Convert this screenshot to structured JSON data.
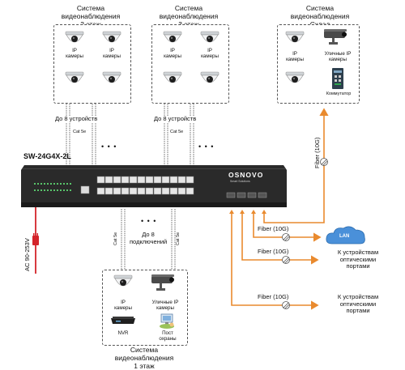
{
  "groups": {
    "floor2": {
      "title": "Система видеонаблюдения\n2 этаж"
    },
    "floor3": {
      "title": "Система видеонаблюдения\n3 этаж"
    },
    "warehouse": {
      "title": "Система видеонаблюдения\nСклад"
    },
    "floor1": {
      "title": "Система видеонаблюдения\n1 этаж"
    }
  },
  "labels": {
    "ip_cam": "IP\nкамеры",
    "street_cam": "Уличные IP\nкамеры",
    "switch_small": "Коммутатор",
    "nvr": "NVR",
    "guard_post": "Пост\nохраны",
    "up_to_8_a": "До 8 устройств",
    "up_to_8_b": "До 8 устройств",
    "up_to_8_conn": "До 8\nподключений",
    "cat5e": "Cat 5e",
    "fiber_10g": "Fiber (10G)",
    "fiber_vert": "Fiber (10G)",
    "ac": "AC 90-253V",
    "model": "SW-24G4X-2L",
    "brand": "OSNOVO",
    "brand_sub": "Smart Solutions",
    "lan": "LAN",
    "to_optical": "К устройствам\nоптическими\nпортами",
    "ellipsis": "• • •"
  },
  "colors": {
    "fiber": "#e98a2e",
    "switch_body": "#2a2a2a",
    "power": "#d4242a",
    "cloud": "#4a90d9"
  }
}
